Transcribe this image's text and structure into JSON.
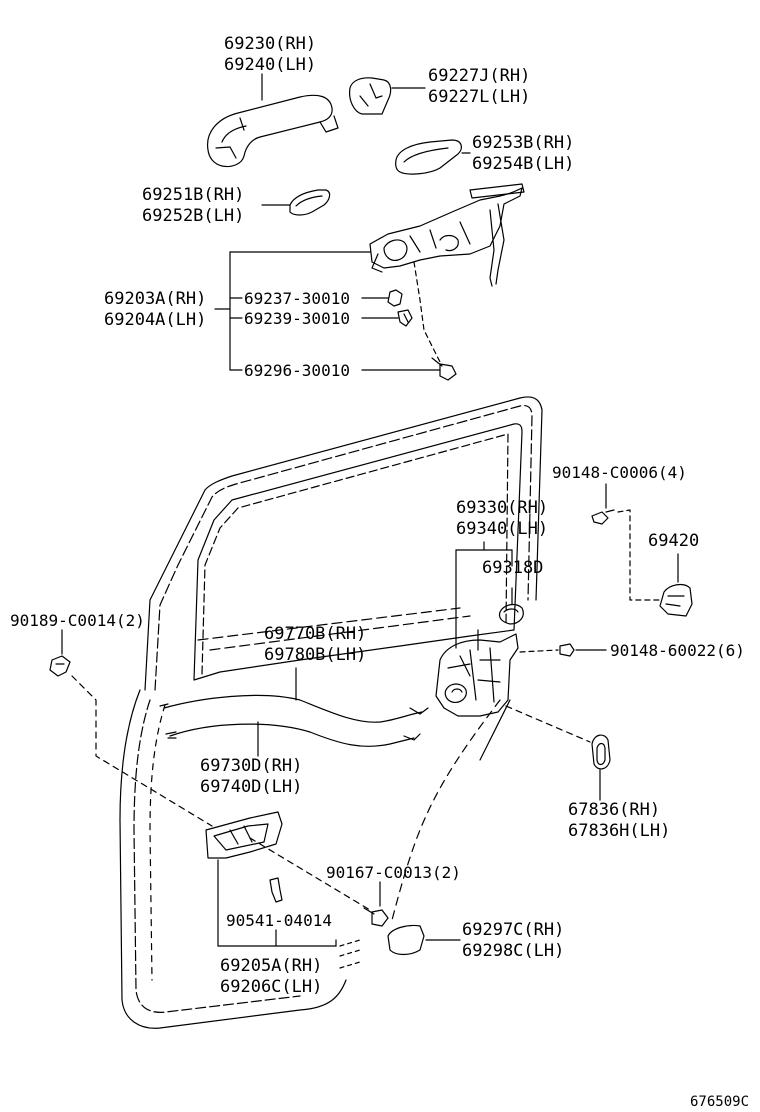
{
  "colors": {
    "ink": "#000000",
    "paper": "#ffffff"
  },
  "labels": {
    "l69230": "69230(RH)",
    "l69240": "69240(LH)",
    "l69227j": "69227J(RH)",
    "l69227l": "69227L(LH)",
    "l69253b": "69253B(RH)",
    "l69254b": "69254B(LH)",
    "l69251b": "69251B(RH)",
    "l69252b": "69252B(LH)",
    "l69203a": "69203A(RH)",
    "l69204a": "69204A(LH)",
    "l69237": "69237-30010",
    "l69239": "69239-30010",
    "l69296": "69296-30010",
    "l90148c": "90148-C0006(4)",
    "l69420": "69420",
    "l69330": "69330(RH)",
    "l69340": "69340(LH)",
    "l69318d": "69318D",
    "l90189": "90189-C0014(2)",
    "l69770b": "69770B(RH)",
    "l69780b": "69780B(LH)",
    "l90148_6": "90148-60022(6)",
    "l69730d": "69730D(RH)",
    "l69740d": "69740D(LH)",
    "l67836": "67836(RH)",
    "l67836h": "67836H(LH)",
    "l90167": "90167-C0013(2)",
    "l90541": "90541-04014",
    "l69297c": "69297C(RH)",
    "l69298c": "69298C(LH)",
    "l69205a": "69205A(RH)",
    "l69206c": "69206C(LH)",
    "diagram_code": "676509C"
  }
}
